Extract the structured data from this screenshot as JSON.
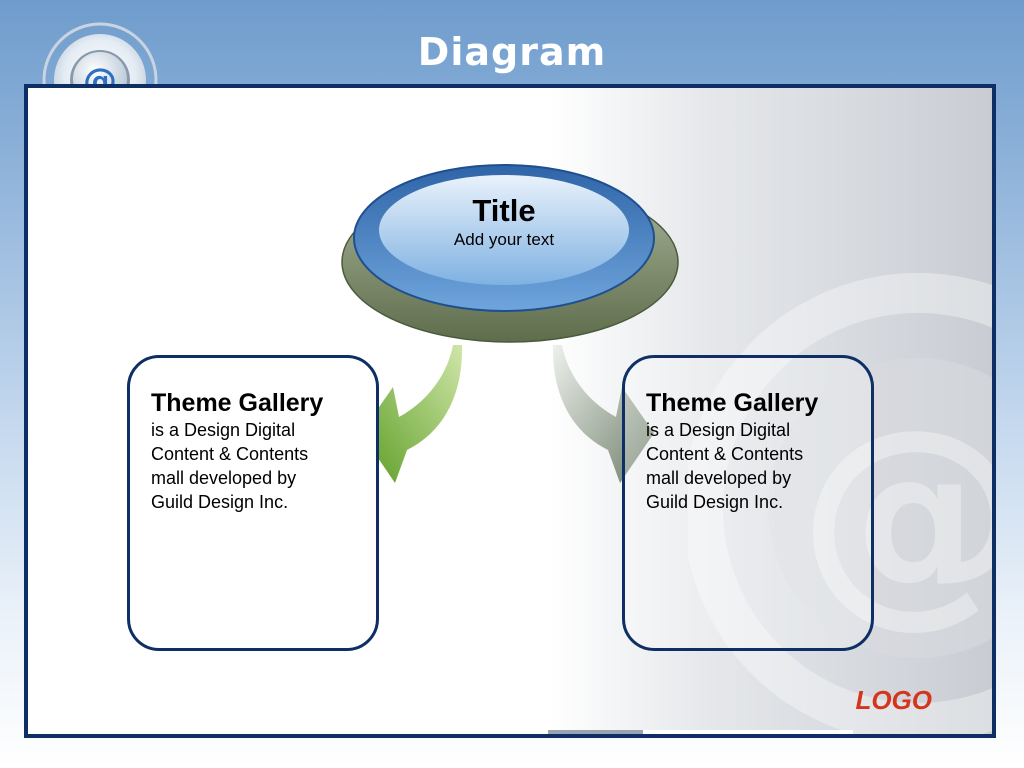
{
  "slide": {
    "title": "Diagram"
  },
  "center": {
    "title": "Title",
    "subtitle": "Add your text"
  },
  "cards": [
    {
      "heading": "Theme Gallery",
      "lines": [
        "is a Design Digital",
        "Content & Contents",
        "mall developed by",
        "Guild Design Inc."
      ]
    },
    {
      "heading": "Theme Gallery",
      "lines": [
        "is a Design Digital",
        "Content & Contents",
        "mall developed by",
        "Guild Design Inc."
      ]
    }
  ],
  "logo": {
    "text": "LOGO"
  },
  "emblem": {
    "glyph": "@"
  },
  "colors": {
    "frame": "#0d2f66",
    "logo": "#d4351c",
    "left_arrow": "#6fae2e",
    "right_arrow": "#8b9b87",
    "disc_blue": "#4a86c8",
    "disc_base": "#7d8c6a"
  }
}
